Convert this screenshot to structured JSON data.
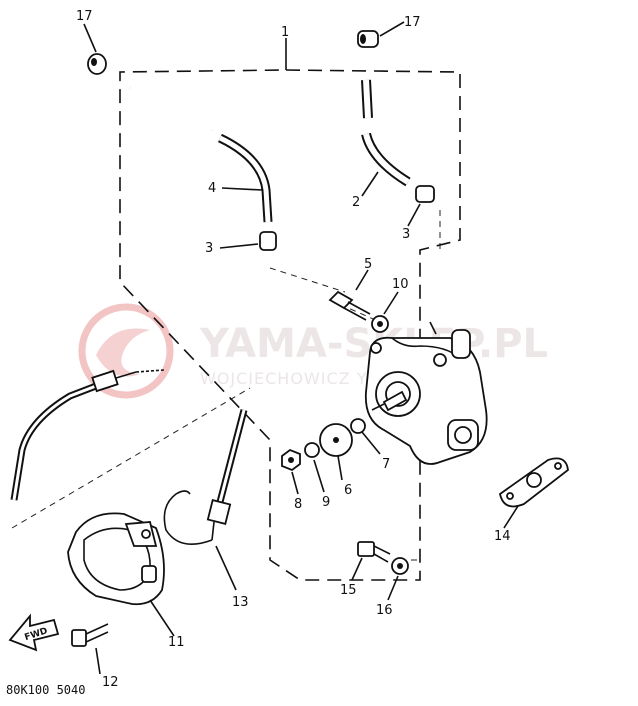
{
  "watermark": {
    "brand": "YAMA-SKLEP.PL",
    "subline": "WOJCIECHOWICZ YAMAHA"
  },
  "callouts": [
    "1",
    "2",
    "3",
    "3",
    "4",
    "5",
    "6",
    "7",
    "8",
    "9",
    "10",
    "11",
    "12",
    "13",
    "14",
    "15",
    "16",
    "17",
    "17"
  ],
  "fwd_label": "FWD",
  "diagram_code": "80K100 5040"
}
